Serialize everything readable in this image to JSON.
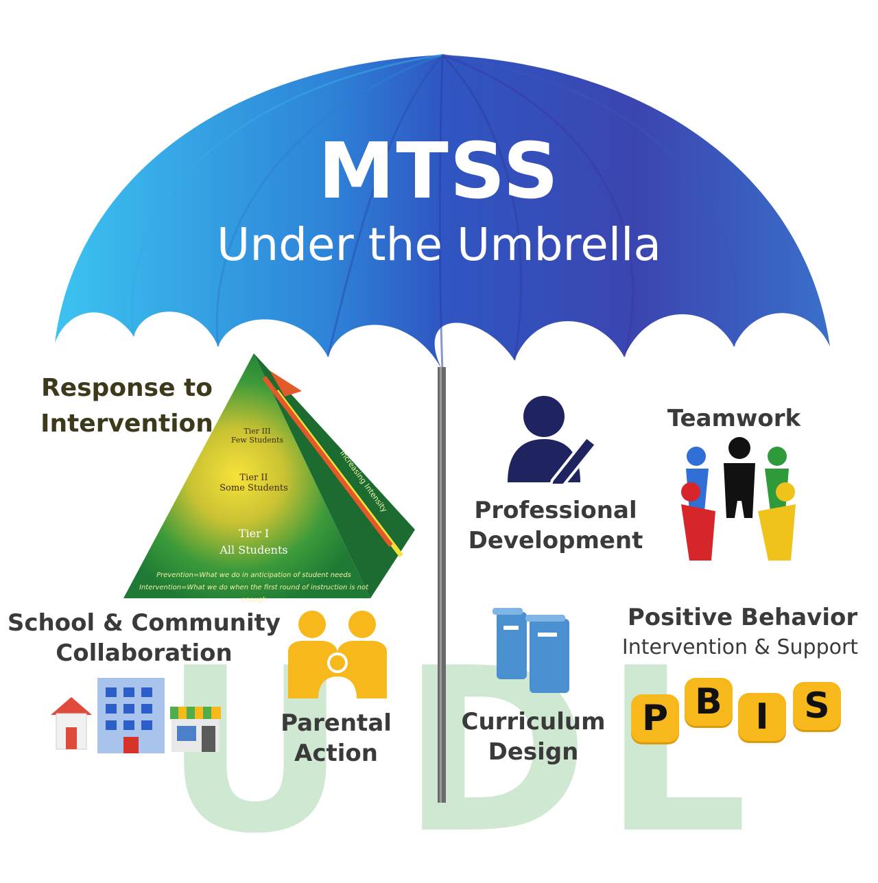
{
  "header": {
    "title": "MTSS",
    "subtitle": "Under the Umbrella"
  },
  "udl_letters": [
    "U",
    "D",
    "L"
  ],
  "pyramid": {
    "tier3": [
      "Tier III",
      "Few Students"
    ],
    "tier2": [
      "Tier II",
      "Some Students"
    ],
    "tier1": [
      "Tier I",
      "All Students"
    ],
    "footer": [
      "Prevention=What we do in anticipation of student needs",
      "Intervention=What we do when the first round of instruction is not enough"
    ],
    "side_label": "Increasing Intensity"
  },
  "labels": {
    "rti": [
      "Response to",
      "Intervention"
    ],
    "professional": [
      "Professional",
      "Development"
    ],
    "teamwork": "Teamwork",
    "school_community": [
      "School & Community",
      "Collaboration"
    ],
    "parental": [
      "Parental",
      "Action"
    ],
    "curriculum": [
      "Curriculum",
      "Design"
    ],
    "pbis_title": "Positive Behavior",
    "pbis_subtitle": "Intervention & Support"
  },
  "pbis_letters": [
    "P",
    "B",
    "I",
    "S"
  ],
  "colors": {
    "label_dark": "#3d3a1c",
    "label_gray": "#3a3a3a",
    "canopy_light": "#39b7ea",
    "canopy_dark": "#3d3fae",
    "pyramid_green": "#1e8a3a",
    "icon_navy": "#1f2460",
    "icon_yellow": "#f6b81a",
    "icon_blue": "#4a90d0",
    "udl_green": "#cfe8d2"
  }
}
